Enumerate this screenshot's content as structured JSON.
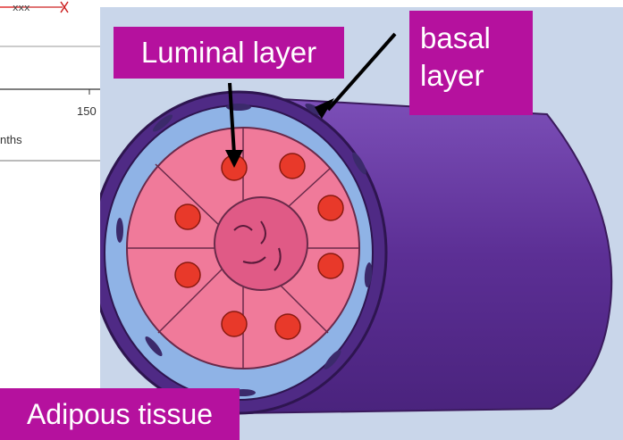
{
  "labels": {
    "luminal": "Luminal layer",
    "basal_line1": "basal",
    "basal_line2": "layer",
    "adipous": "Adipous tissue"
  },
  "background_chart_fragment": {
    "tick_label": "150",
    "axis_label_partial": "nths"
  },
  "colors": {
    "label_box": "#b5119e",
    "duct_outer": "#6a3a9c",
    "luminal_cell": "#f07a9a",
    "nucleus": "#e8392a",
    "basal_cell": "#8fb3e6",
    "background": "#c9d6ea"
  }
}
